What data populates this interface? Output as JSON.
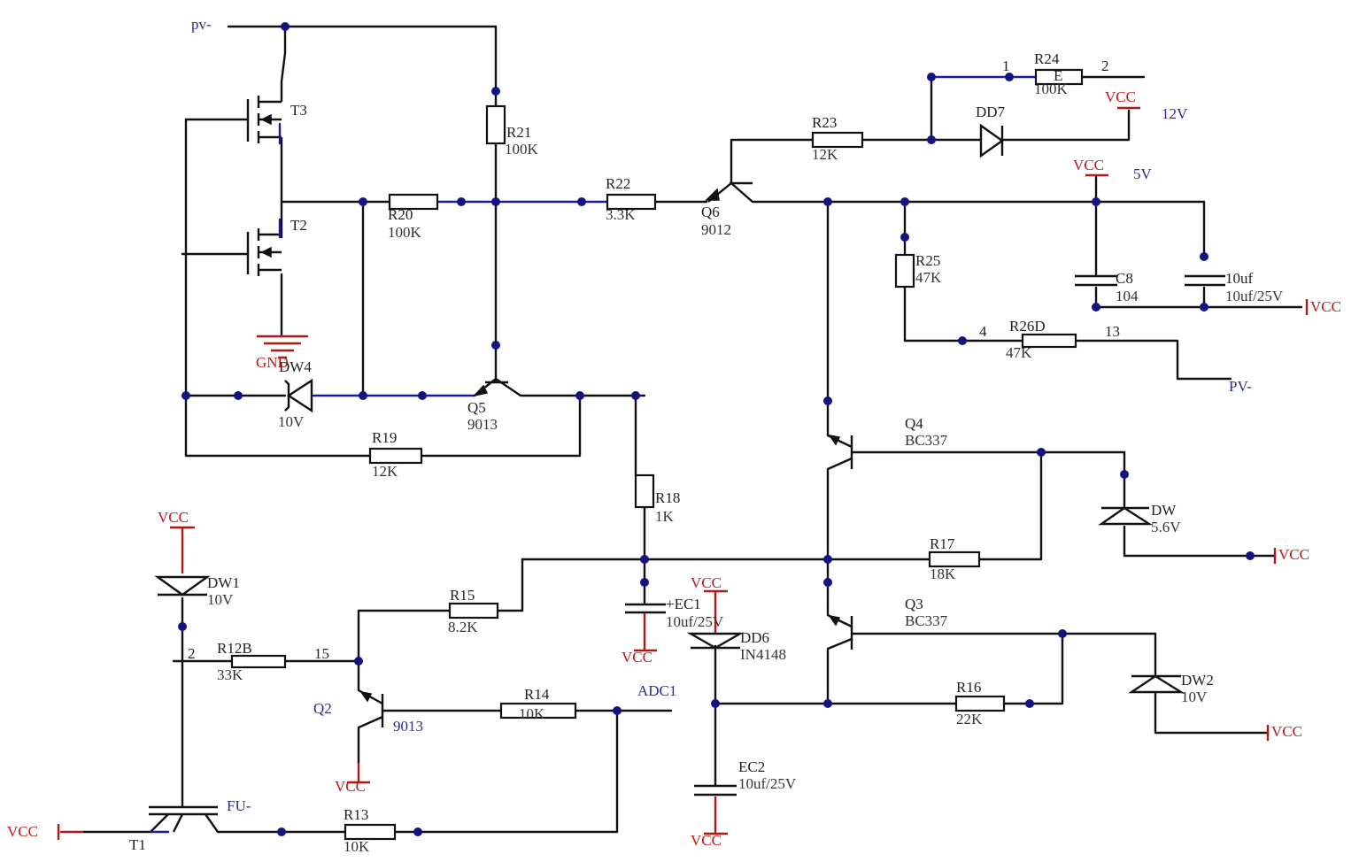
{
  "components": {
    "T3": {
      "ref": "T3"
    },
    "T2": {
      "ref": "T2"
    },
    "R21": {
      "ref": "R21",
      "value": "100K"
    },
    "R20": {
      "ref": "R20",
      "value": "100K"
    },
    "R22": {
      "ref": "R22",
      "value": "3.3K"
    },
    "Q6": {
      "ref": "Q6",
      "value": "9012"
    },
    "R23": {
      "ref": "R23",
      "value": "12K"
    },
    "R24": {
      "ref": "R24",
      "value": "100K",
      "pin1": "1",
      "pin2": "2",
      "inner": "E"
    },
    "DD7": {
      "ref": "DD7"
    },
    "R25": {
      "ref": "R25",
      "value": "47K"
    },
    "R26D": {
      "ref": "R26D",
      "value": "47K",
      "pin1": "4",
      "pin2": "13"
    },
    "C8": {
      "ref": "C8",
      "value": "104"
    },
    "C10": {
      "ref": "10uf",
      "value": "10uf/25V"
    },
    "DW4": {
      "ref": "DW4",
      "value": "10V"
    },
    "Q5": {
      "ref": "Q5",
      "value": "9013"
    },
    "R19": {
      "ref": "R19",
      "value": "12K"
    },
    "R18": {
      "ref": "R18",
      "value": "1K"
    },
    "Q4": {
      "ref": "Q4",
      "value": "BC337"
    },
    "DW": {
      "ref": "DW",
      "value": "5.6V"
    },
    "R17": {
      "ref": "R17",
      "value": "18K"
    },
    "DW1": {
      "ref": "DW1",
      "value": "10V"
    },
    "R15": {
      "ref": "R15",
      "value": "8.2K"
    },
    "EC1": {
      "ref": "+EC1",
      "value": "10uf/25V"
    },
    "DD6": {
      "ref": "DD6",
      "value": "IN4148"
    },
    "Q3": {
      "ref": "Q3",
      "value": "BC337"
    },
    "DW2": {
      "ref": "DW2",
      "value": "10V"
    },
    "R12B": {
      "ref": "R12B",
      "value": "33K",
      "pin1": "2",
      "pin2": "15"
    },
    "Q2": {
      "ref": "Q2",
      "value": "9013"
    },
    "R14": {
      "ref": "R14",
      "value": "10K"
    },
    "R16": {
      "ref": "R16",
      "value": "22K"
    },
    "EC2": {
      "ref": "EC2",
      "value": "10uf/25V"
    },
    "T1": {
      "ref": "T1"
    },
    "R13": {
      "ref": "R13",
      "value": "10K"
    }
  },
  "nets": {
    "pv_top": "pv-",
    "pv_right": "PV-",
    "gnd": "GND",
    "vcc": "VCC",
    "v12": "12V",
    "v5": "5V",
    "adc1": "ADC1",
    "fu": "FU-"
  },
  "colors": {
    "wire": "#111111",
    "bus_wire": "#1a1a9a",
    "junction": "#141480",
    "power_label": "#c01818",
    "net_label": "#2b2b99"
  }
}
